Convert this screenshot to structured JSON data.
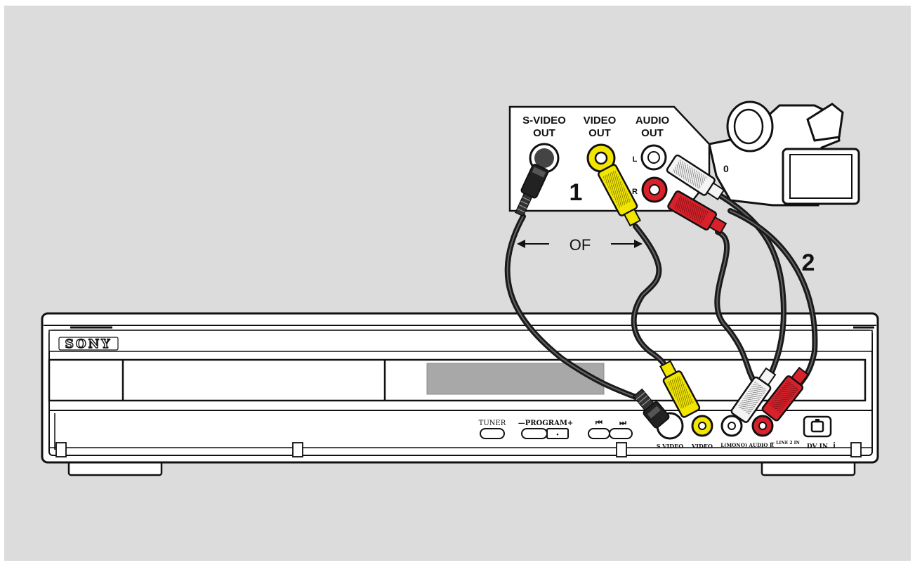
{
  "camcorder_panel": {
    "svideo_out_line1": "S-VIDEO",
    "svideo_out_line2": "OUT",
    "video_out_line1": "VIDEO",
    "video_out_line2": "OUT",
    "audio_out_line1": "AUDIO",
    "audio_out_line2": "OUT",
    "audio_left": "L",
    "audio_right": "R"
  },
  "callouts": {
    "step_1": "1",
    "step_2": "2",
    "or_label": "OF"
  },
  "recorder": {
    "brand_logo": "SONY",
    "front_buttons": {
      "tuner": "TUNER",
      "program": "—PROGRAM+",
      "skip_back": "⏮",
      "skip_forward": "⏭"
    },
    "jack_labels": {
      "svideo": "S VIDEO",
      "video": "VIDEO",
      "audio": "L(MONO) AUDIO R",
      "line_in": "— LINE 2 IN",
      "dv_in": "DV IN",
      "dv_in_symbol": "i"
    }
  },
  "colors": {
    "background": "#dcdcdc",
    "yellow_cable": "#f2e600",
    "red_cable": "#d8212a",
    "white_cable": "#f4f4f4",
    "black_cable": "#1a1a1a"
  }
}
